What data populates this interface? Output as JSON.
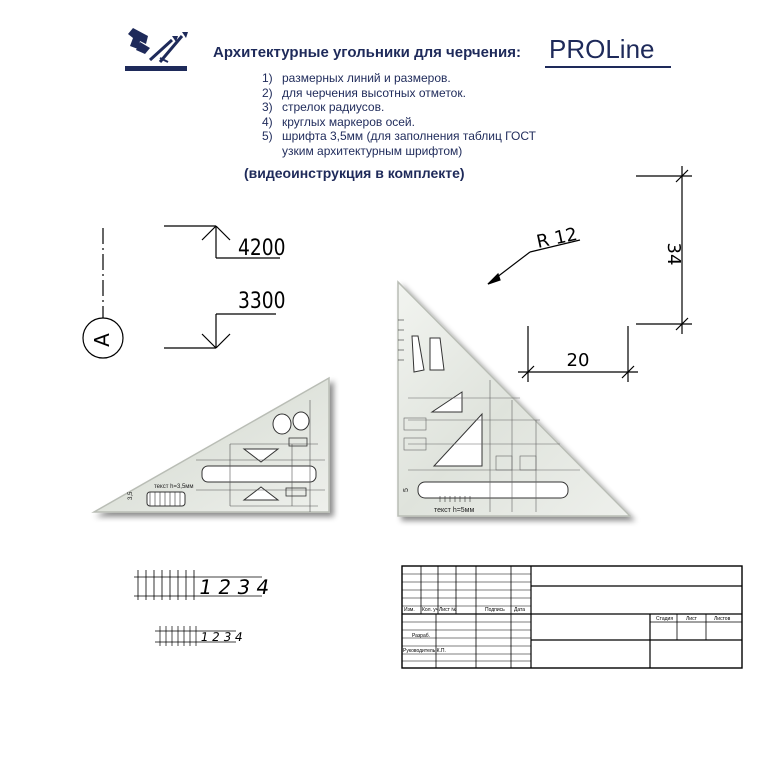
{
  "header": {
    "title": "Архитектурные угольники для черчения:",
    "logo_text": "PROLine",
    "features": [
      {
        "num": "1)",
        "text": "размерных линий и размеров."
      },
      {
        "num": "2)",
        "text": "для черчения высотных отметок."
      },
      {
        "num": "3)",
        "text": "стрелок радиусов."
      },
      {
        "num": "4)",
        "text": "круглых маркеров осей."
      },
      {
        "num": "5)",
        "text": "шрифта 3,5мм (для заполнения таблиц ГОСТ",
        "cont": "узким архитектурным шрифтом)"
      }
    ],
    "video_note": "(видеоинструкция в комплекте)"
  },
  "drawing": {
    "level_top": "4200",
    "level_bottom": "3300",
    "axis_marker": "А",
    "radius_label": "R 12",
    "dim_vertical": "34",
    "dim_horizontal": "20",
    "digits_large": "1 2 3 4",
    "digits_small": "1 2 3 4"
  },
  "rulers": {
    "left_text_label": "текст h=3,5мм",
    "left_side_mark": "3,5",
    "right_text_label": "текст h=5мм",
    "right_side_mark": "5"
  },
  "title_block": {
    "col_izm": "Изм.",
    "col_kol": "Кол. уч",
    "col_list": "Лист №",
    "col_doc": "Подпись",
    "col_date": "Дата",
    "stage": "Стадия",
    "sheet": "Лист",
    "sheets": "Листов",
    "developed": "Разраб.",
    "head": "Руководитель К.П."
  },
  "colors": {
    "ink": "#1e2a5a",
    "line": "#000000",
    "ruler_fill": "#e8ebe6",
    "ruler_edge": "#c8ccc4"
  }
}
